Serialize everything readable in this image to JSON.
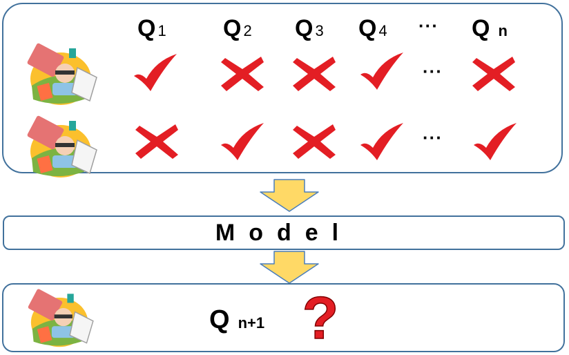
{
  "headers": [
    {
      "q": "Q",
      "sub": "1"
    },
    {
      "q": "Q",
      "sub": "2"
    },
    {
      "q": "Q",
      "sub": "3"
    },
    {
      "q": "Q",
      "sub": "4"
    },
    {
      "q": "Q",
      "sub": "n"
    }
  ],
  "ellipsis": "···",
  "rows": [
    {
      "marks": [
        "check",
        "cross",
        "cross",
        "check",
        "cross"
      ]
    },
    {
      "marks": [
        "cross",
        "check",
        "cross",
        "check",
        "check"
      ]
    }
  ],
  "model": {
    "label": "Model"
  },
  "prediction": {
    "q": "Q",
    "sub": "n+1",
    "symbol": "?"
  },
  "colors": {
    "border": "#41719c",
    "mark": "#e31e24",
    "arrow_fill": "#ffd966",
    "arrow_stroke": "#4a7ebb"
  }
}
